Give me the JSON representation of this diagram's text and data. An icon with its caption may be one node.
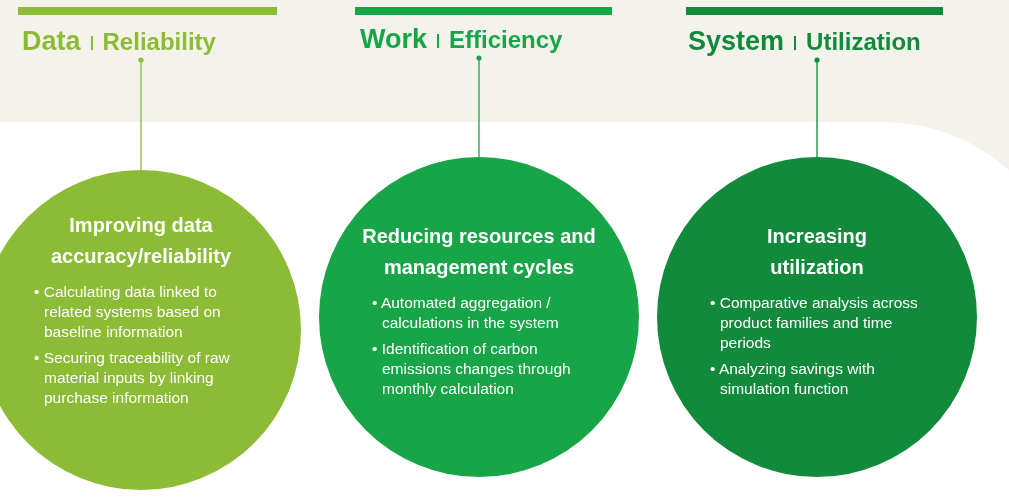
{
  "diagram": {
    "nodes": [
      {
        "text": [
          "Data",
          "Reliability"
        ]
      },
      {
        "text": [
          "Work",
          "Efficiency"
        ]
      },
      {
        "text": [
          "System",
          "Utilization"
        ]
      },
      {
        "text": [
          "Improving data accuracy/reliability",
          "• Calculating data linked to related systems based on baseline information",
          "• Securing traceability of raw material inputs by linking purchase information"
        ]
      },
      {
        "text": [
          "Reducing resources and management cycles",
          "• Automated aggregation / calculations in the system",
          "• Identification of carbon emissions changes through monthly calculation"
        ]
      },
      {
        "text": [
          "Increasing utilization",
          "• Comparative analysis across product families and time periods",
          "• Analyzing savings with simulation function"
        ]
      }
    ],
    "edges": [
      {
        "from": 0,
        "to": 3,
        "arrow": "other",
        "color": "#8cbb35"
      },
      {
        "from": 1,
        "to": 4,
        "arrow": "other",
        "color": "#17a548"
      },
      {
        "from": 2,
        "to": 5,
        "arrow": "other",
        "color": "#118a3b"
      }
    ]
  }
}
